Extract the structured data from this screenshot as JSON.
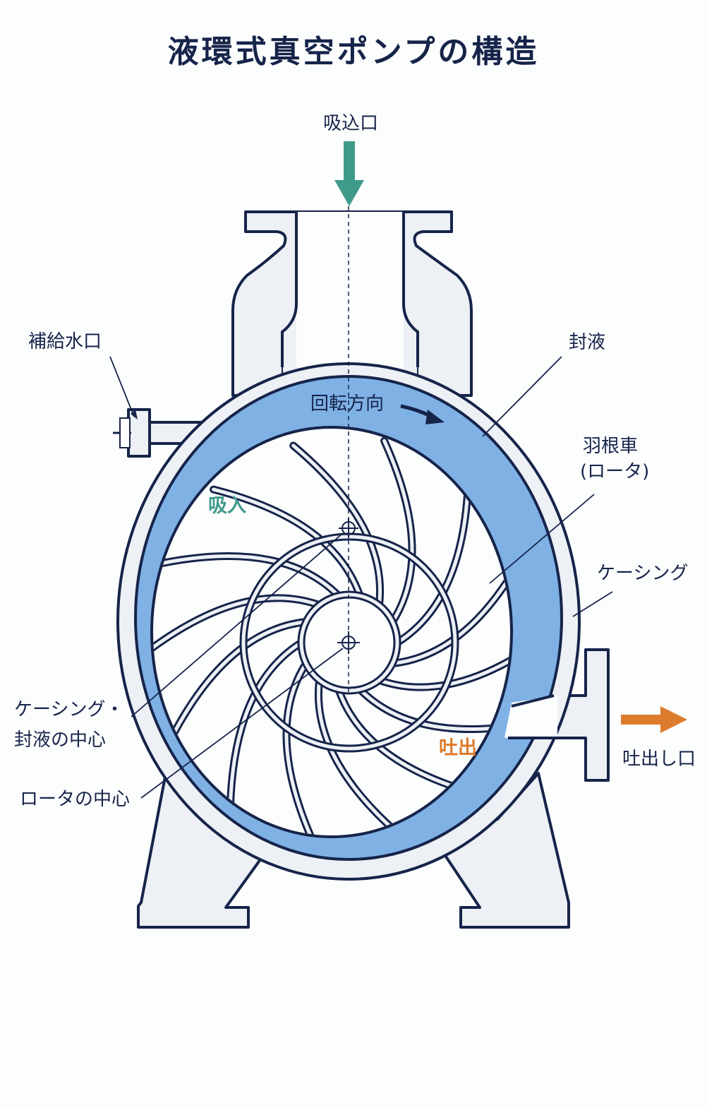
{
  "title": "液環式真空ポンプの構造",
  "labels": {
    "inlet": "吸込口",
    "makeup_water": "補給水口",
    "seal_liquid": "封液",
    "rotation": "回転方向",
    "impeller_line1": "羽根車",
    "impeller_line2": "(ロータ)",
    "casing": "ケーシング",
    "suction": "吸入",
    "casing_center_line1": "ケーシング・",
    "casing_center_line2": "封液の中心",
    "rotor_center": "ロータの中心",
    "discharge": "吐出",
    "outlet": "吐出し口"
  },
  "colors": {
    "navy": "#16244a",
    "casing_fill": "#edf0f4",
    "seal_liquid": "#7fb1e5",
    "inlet_arrow": "#3f9a8c",
    "outlet_arrow": "#dc7b2c"
  }
}
